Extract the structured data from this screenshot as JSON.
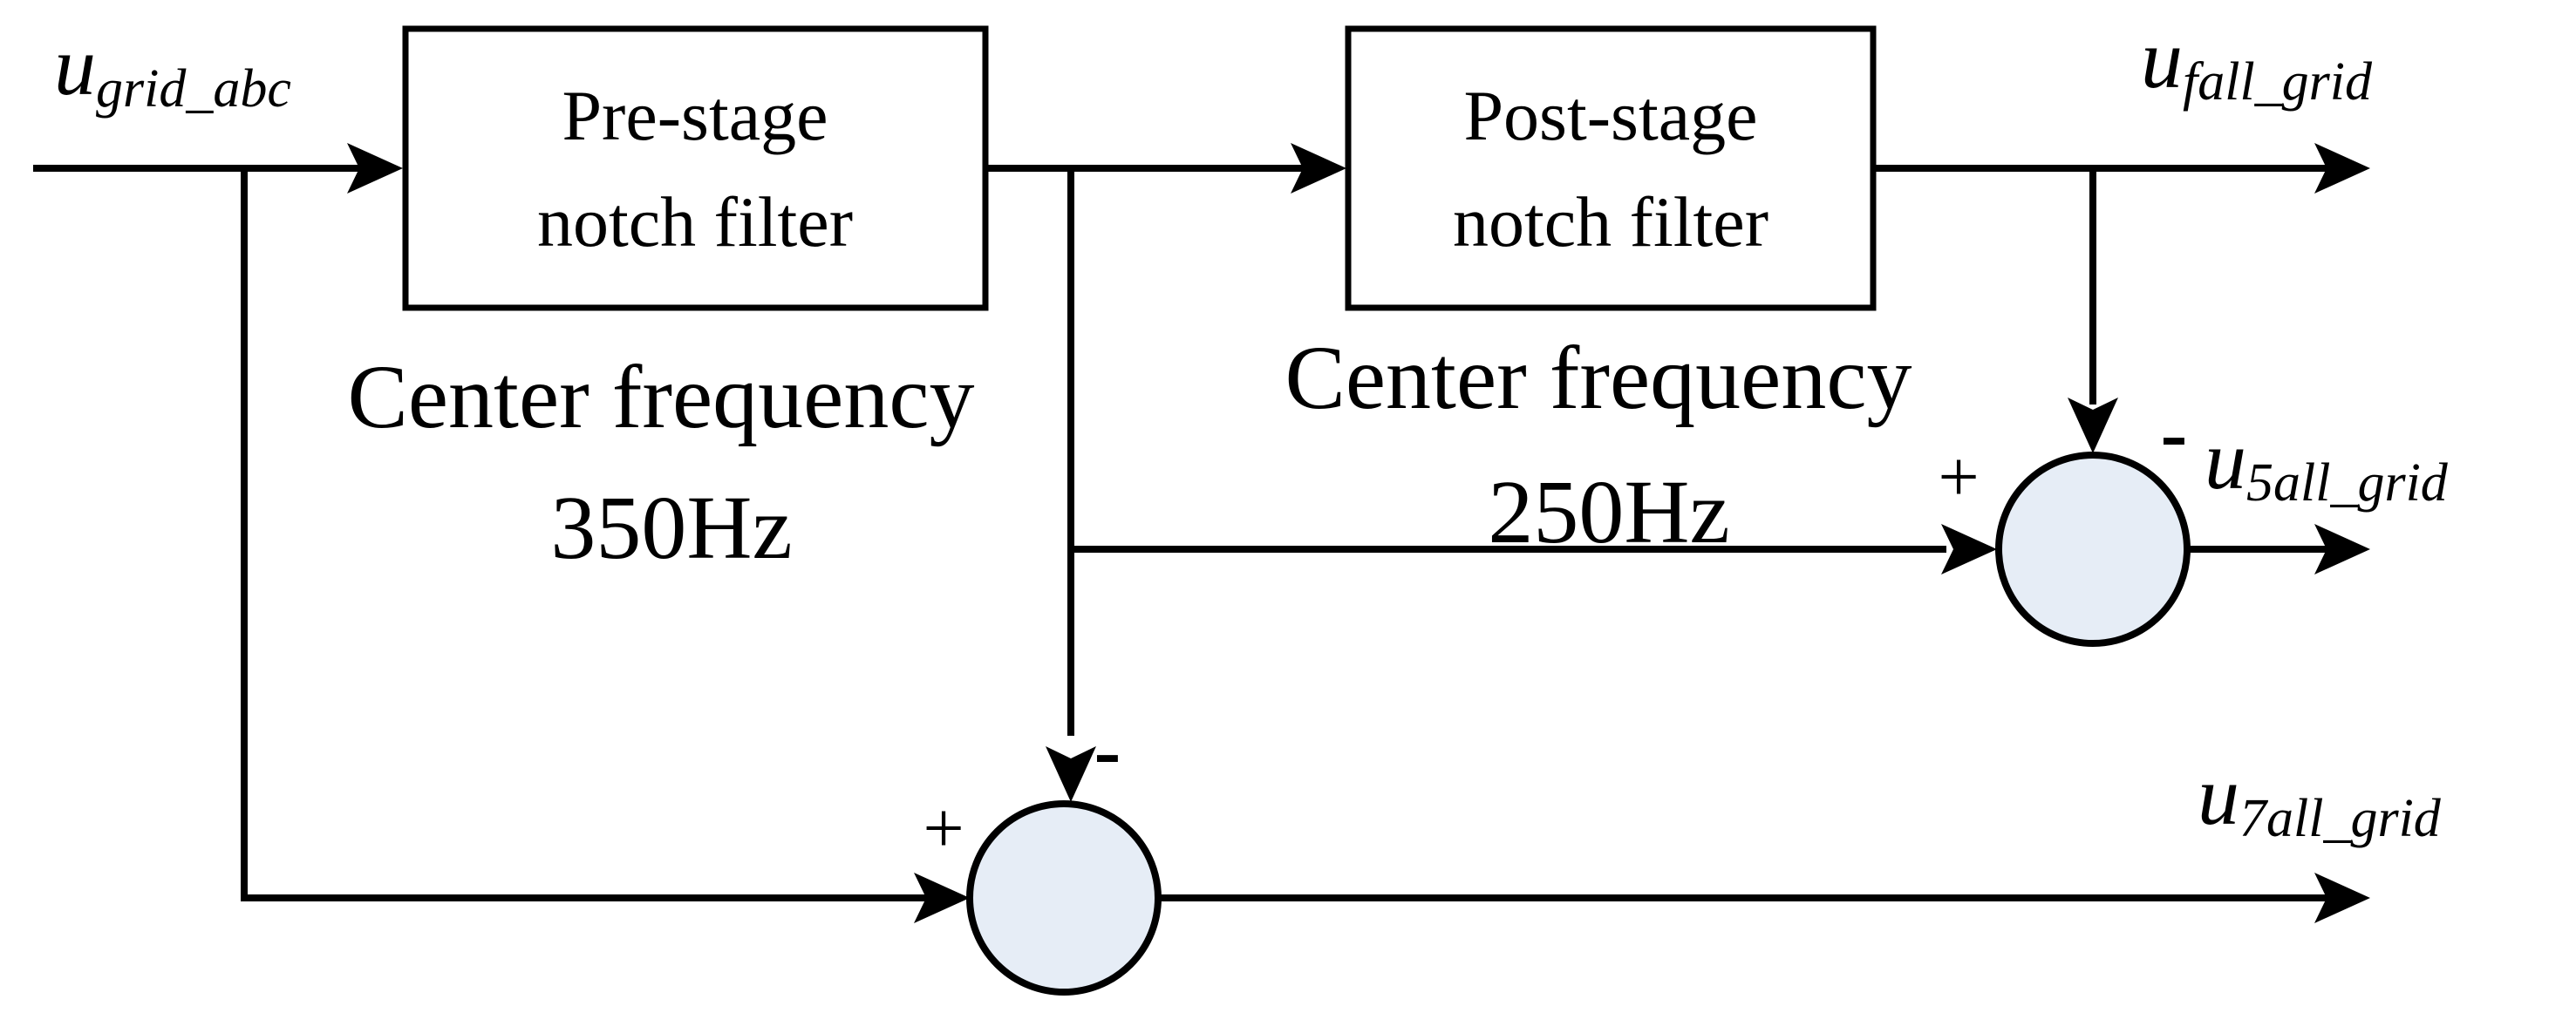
{
  "blocks": {
    "pre_stage": {
      "line1": "Pre-stage",
      "line2": "notch filter"
    },
    "post_stage": {
      "line1": "Post-stage",
      "line2": "notch filter"
    }
  },
  "annotations": {
    "pre_center_label": "Center frequency",
    "pre_center_value": "350Hz",
    "post_center_label": "Center frequency",
    "post_center_value": "250Hz"
  },
  "signals": {
    "input": {
      "main": "u",
      "sub": "grid_abc"
    },
    "fall_output": {
      "main": "u",
      "sub": "fall_grid"
    },
    "fifth_output": {
      "main": "u",
      "sub": "5all_grid"
    },
    "seventh_output": {
      "main": "u",
      "sub": "7all_grid"
    }
  },
  "signs": {
    "sum5_plus": "+",
    "sum5_minus": "-",
    "sum7_plus": "+",
    "sum7_minus": "-"
  },
  "colors": {
    "summing_junction_fill": "#e6edf6",
    "line": "#000000"
  }
}
